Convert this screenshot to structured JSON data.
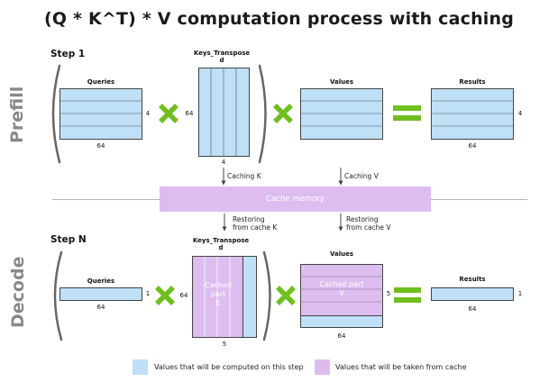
{
  "title": "(Q * K^T) * V computation process with caching",
  "phases": {
    "prefill": "Prefill",
    "decode": "Decode"
  },
  "prefill": {
    "step": "Step 1",
    "queries": {
      "label": "Queries",
      "rows": "4",
      "cols": "64"
    },
    "keys": {
      "label": "Keys_Transpose\nd",
      "rows": "64",
      "cols": "4"
    },
    "values": {
      "label": "Values"
    },
    "results": {
      "label": "Results",
      "rows": "4",
      "cols": "64"
    }
  },
  "caching": {
    "k": "Caching K",
    "v": "Caching V"
  },
  "cache_memory": "Cache memory",
  "restoring": {
    "k": "Restoring\nfrom cache K",
    "v": "Restoring\nfrom cache V"
  },
  "decode": {
    "step": "Step N",
    "queries": {
      "label": "Queries",
      "rows": "1",
      "cols": "64"
    },
    "keys": {
      "label": "Keys_Transpose\nd",
      "rows": "64",
      "cols": "5",
      "cached_text": "Cached\npart\nK"
    },
    "values": {
      "label": "Values",
      "rows": "5",
      "cols": "64",
      "cached_text": "Cached part\nV"
    },
    "results": {
      "label": "Results",
      "rows": "1",
      "cols": "64"
    }
  },
  "legend": [
    {
      "label": "Values that will be computed on this step",
      "color": "#bfe0f6"
    },
    {
      "label": "Values that will be taken from cache",
      "color": "#ddbdf0"
    }
  ],
  "colors": {
    "computed": "#bfe0f6",
    "cached": "#ddbdf0",
    "operator": "#6fbf1f",
    "phase_text": "#888888"
  }
}
